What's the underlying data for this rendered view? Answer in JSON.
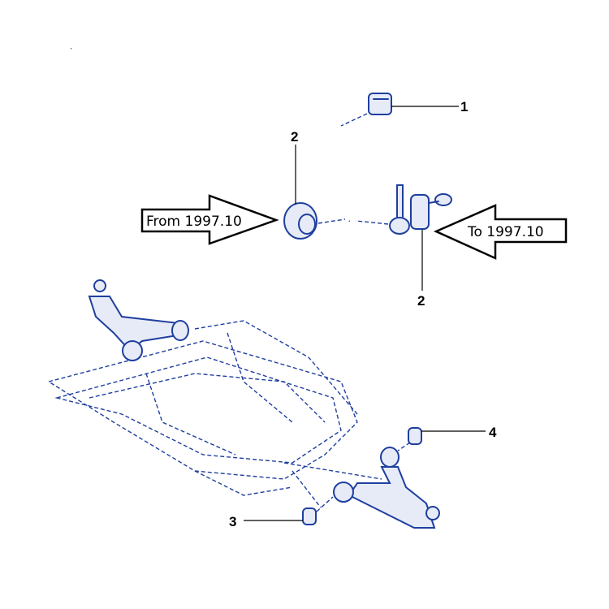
{
  "callouts": {
    "stabilizer_bushing": "1",
    "bushing_from": "2",
    "link_to": "2",
    "arm_bushing_front": "3",
    "arm_bushing_rear": "4"
  },
  "arrows": {
    "from_label": "From 1997.10",
    "to_label": "To 1997.10"
  },
  "colors": {
    "line": "#1f3f9f",
    "fill": "#e6ebf7"
  }
}
